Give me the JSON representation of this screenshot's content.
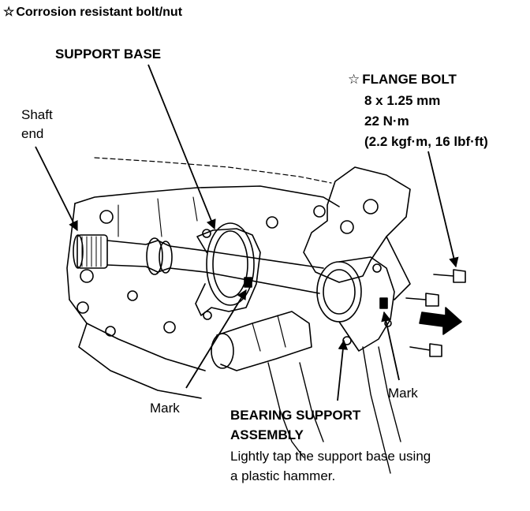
{
  "header": {
    "symbol": "☆",
    "text": "Corrosion resistant bolt/nut"
  },
  "labels": {
    "support_base": "SUPPORT BASE",
    "shaft_end_line1": "Shaft",
    "shaft_end_line2": "end",
    "mark_left": "Mark",
    "mark_right": "Mark",
    "bearing_line1": "BEARING SUPPORT",
    "bearing_line2": "ASSEMBLY",
    "instruction_line1": "Lightly tap the support base using",
    "instruction_line2": "a plastic hammer."
  },
  "flange_bolt": {
    "symbol": "☆",
    "title": "FLANGE BOLT",
    "size": "8 x 1.25 mm",
    "torque": "22 N·m",
    "torque_alt": "(2.2 kgf·m, 16 lbf·ft)"
  }
}
